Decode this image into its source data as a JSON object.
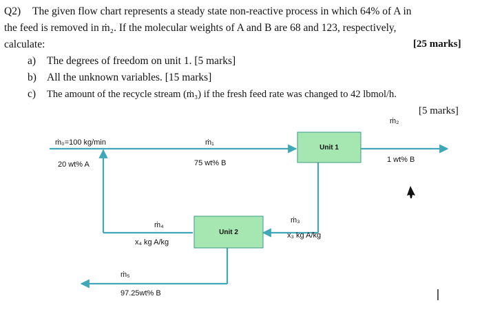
{
  "question": {
    "number": "Q2)",
    "line1": "The given flow chart represents a steady state non-reactive process in which 64% of A in",
    "line2": "the feed is removed in ṁ₂. If the molecular weights of A and B are 68 and 123, respectively,",
    "line3": "calculate:",
    "total_marks": "[25 marks]",
    "parts": [
      {
        "label": "a)",
        "text": "The degrees of freedom on unit 1. [5 marks]"
      },
      {
        "label": "b)",
        "text": "All the unknown variables. [15 marks]"
      },
      {
        "label": "c)",
        "text": "The amount of the recycle stream (ṁ₃) if the fresh feed rate was changed to 42 lbmol/h."
      }
    ],
    "part_c_marks": "[5 marks]"
  },
  "flowchart": {
    "units": [
      {
        "name": "Unit 1"
      },
      {
        "name": "Unit 2"
      }
    ],
    "streams": {
      "feed_label": "ṁ₀=100 kg/min",
      "feed_comp": "20 wt% A",
      "m1_label": "ṁ₁",
      "m1_comp": "75 wt% B",
      "m2_label": "ṁ₂",
      "m2_comp": "1 wt% B",
      "m3_label": "ṁ₃",
      "m3_comp": "x₃ kg A/kg",
      "m4_label": "ṁ₄",
      "m4_comp": "x₄ kg A/kg",
      "m5_label": "ṁ₅",
      "m5_comp": "97.25wt% B"
    },
    "colors": {
      "line": "#3fa7b7",
      "unit_fill": "#a6e6b0",
      "unit_border": "#3a9a8c"
    }
  }
}
